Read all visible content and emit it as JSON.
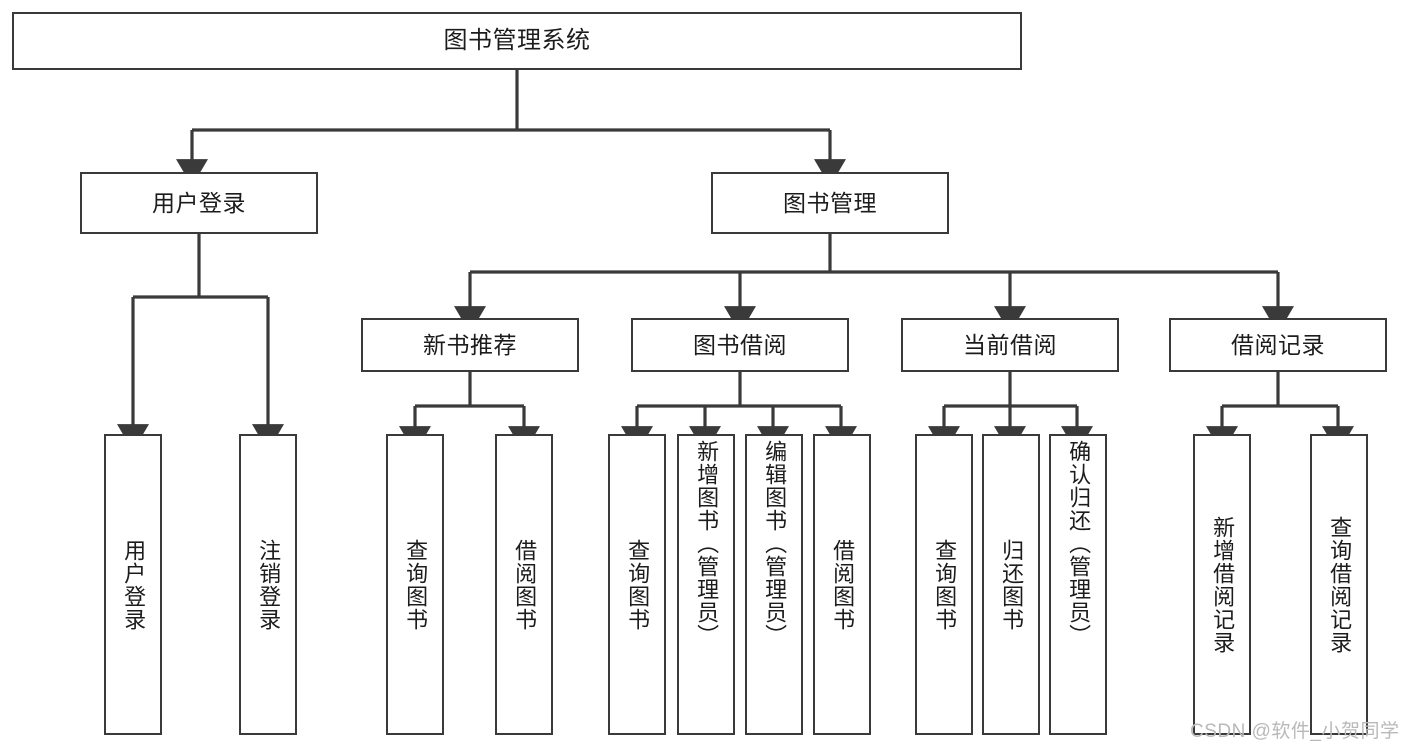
{
  "diagram": {
    "type": "tree-hierarchy",
    "title": "图书管理系统",
    "root": {
      "label": "图书管理系统"
    },
    "level2": [
      {
        "id": "user-login",
        "label": "用户登录"
      },
      {
        "id": "book-management",
        "label": "图书管理"
      }
    ],
    "level3": [
      {
        "id": "new-book-recommend",
        "label": "新书推荐"
      },
      {
        "id": "book-borrow",
        "label": "图书借阅"
      },
      {
        "id": "current-borrow",
        "label": "当前借阅"
      },
      {
        "id": "borrow-record",
        "label": "借阅记录"
      }
    ],
    "leaves": {
      "user_login": [
        {
          "id": "login",
          "label": "用户登录"
        },
        {
          "id": "logout",
          "label": "注销登录"
        }
      ],
      "new_book_recommend": [
        {
          "id": "query-book-1",
          "label": "查询图书"
        },
        {
          "id": "borrow-book-1",
          "label": "借阅图书"
        }
      ],
      "book_borrow": [
        {
          "id": "query-book-2",
          "label": "查询图书"
        },
        {
          "id": "add-book",
          "label": "新增图书（管理员）"
        },
        {
          "id": "edit-book",
          "label": "编辑图书（管理员）"
        },
        {
          "id": "borrow-book-2",
          "label": "借阅图书"
        }
      ],
      "current_borrow": [
        {
          "id": "query-book-3",
          "label": "查询图书"
        },
        {
          "id": "return-book",
          "label": "归还图书"
        },
        {
          "id": "confirm-return",
          "label": "确认归还（管理员）"
        }
      ],
      "borrow_record": [
        {
          "id": "add-borrow-record",
          "label": "新增借阅记录"
        },
        {
          "id": "query-borrow-record",
          "label": "查询借阅记录"
        }
      ]
    },
    "colors": {
      "stroke": "#3a3a3a",
      "text": "#1c1c1c",
      "background": "#ffffff",
      "watermark": "#b9b9b9"
    }
  },
  "watermark": {
    "text": "CSDN @软件_小贺同学"
  }
}
